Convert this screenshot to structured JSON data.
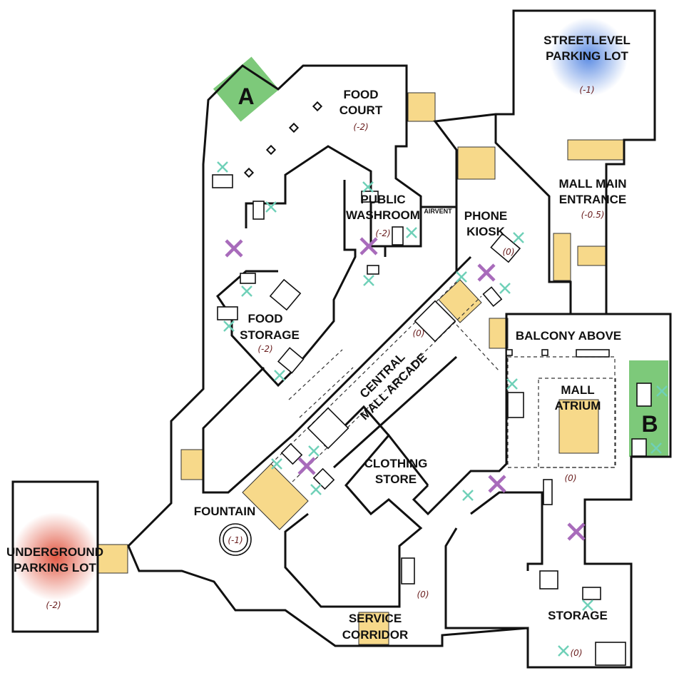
{
  "title": "Mall floor plan",
  "colors": {
    "spawn_zone": "#7dc97a",
    "stairs": "#f7d98a",
    "level_text": "#6b2020",
    "camera_marker": "#6fd0b8",
    "door_marker": "#a86bbb",
    "street_glow": "#4a7fe0",
    "underground_glow": "#e0503a"
  },
  "zones": {
    "a": {
      "letter": "A"
    },
    "b": {
      "letter": "B"
    }
  },
  "rooms": {
    "food_court": {
      "line1": "FOOD",
      "line2": "COURT",
      "level": "(-2)"
    },
    "streetlevel_parking": {
      "line1": "STREETLEVEL",
      "line2": "PARKING LOT",
      "level": "(-1)"
    },
    "mall_main_entrance": {
      "line1": "MALL MAIN",
      "line2": "ENTRANCE",
      "level": "(-0.5)"
    },
    "public_washroom": {
      "line1": "PUBLIC",
      "line2": "WASHROOM",
      "level": "(-2)"
    },
    "air_vent": {
      "label": "AIRVENT"
    },
    "phone_kiosk": {
      "line1": "PHONE",
      "line2": "KIOSK",
      "level": "(0)"
    },
    "food_storage": {
      "line1": "FOOD",
      "line2": "STORAGE",
      "level": "(-2)"
    },
    "central_mall_arcade": {
      "line1": "CENTRAL",
      "line2": "MALL ARCADE",
      "level": "(0)"
    },
    "balcony_above": {
      "label": "BALCONY ABOVE"
    },
    "mall_atrium": {
      "line1": "MALL",
      "line2": "ATRIUM",
      "level": "(0)"
    },
    "clothing_store": {
      "line1": "CLOTHING",
      "line2": "STORE"
    },
    "fountain": {
      "label": "FOUNTAIN",
      "level": "(-1)"
    },
    "underground_parking": {
      "line1": "UNDERGROUND",
      "line2": "PARKING LOT",
      "level": "(-2)"
    },
    "service_corridor": {
      "line1": "SERVICE",
      "line2": "CORRIDOR"
    },
    "south_hall": {
      "level": "(0)"
    },
    "storage": {
      "label": "STORAGE",
      "level": "(0)"
    }
  }
}
